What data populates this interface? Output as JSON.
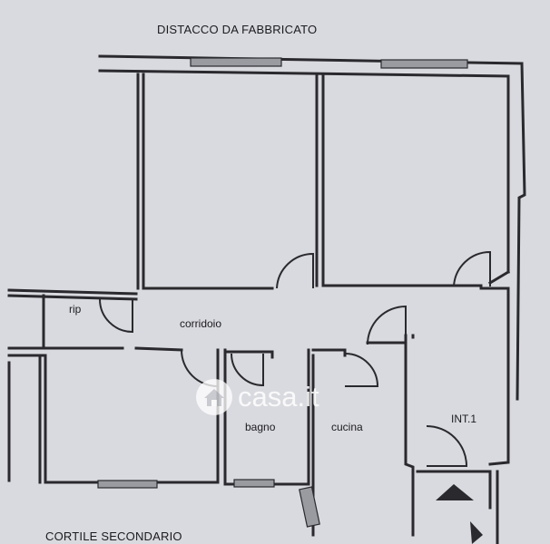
{
  "plan": {
    "title_top": "DISTACCO DA FABBRICATO",
    "title_bottom": "CORTILE SECONDARIO",
    "rooms": {
      "rip": "rip",
      "corridoio": "corridoio",
      "bagno": "bagno",
      "cucina": "cucina",
      "int1": "INT.1"
    }
  },
  "watermark": {
    "text": "casa.it",
    "icon": "house-icon"
  },
  "colors": {
    "paper": "#d9dadf",
    "wall": "#2a2a2e",
    "watermark": "#ffffff"
  }
}
